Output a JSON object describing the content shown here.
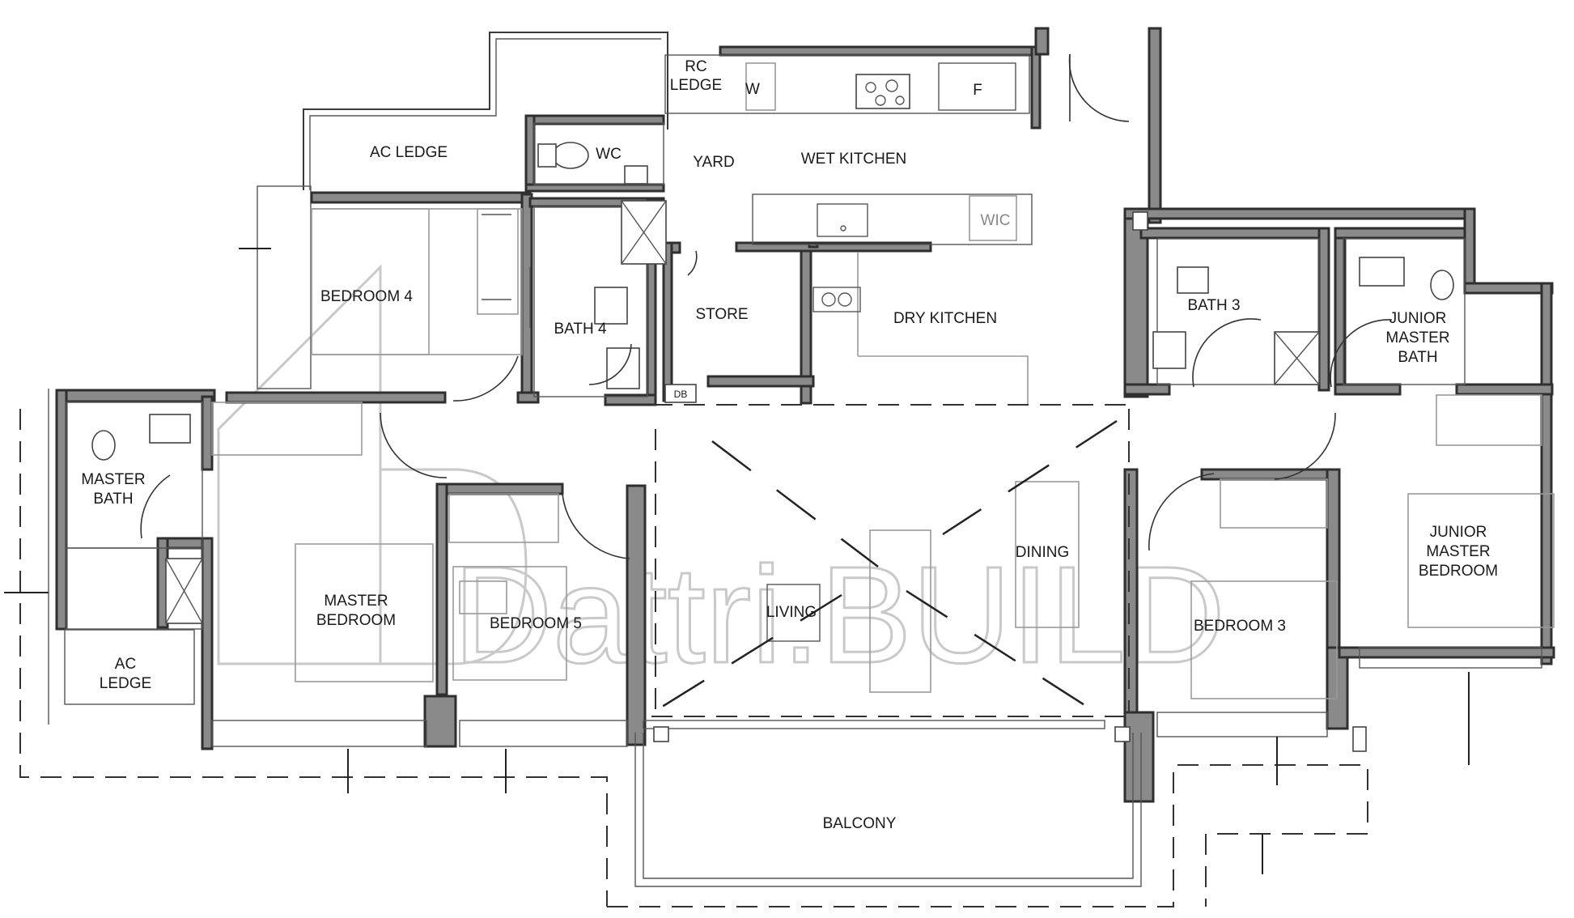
{
  "watermark": "Dattri.BUILD",
  "rooms": {
    "rc_ledge": [
      "RC",
      "LEDGE"
    ],
    "w": "W",
    "f": "F",
    "ac_ledge_top": "AC LEDGE",
    "wc": "WC",
    "yard": "YARD",
    "wet_kitchen": "WET KITCHEN",
    "wic": "WIC",
    "bedroom4": "BEDROOM 4",
    "bath4": "BATH 4",
    "store": "STORE",
    "db": "DB",
    "dry_kitchen": "DRY KITCHEN",
    "bath3": "BATH 3",
    "junior_master_bath": [
      "JUNIOR",
      "MASTER",
      "BATH"
    ],
    "master_bath": [
      "MASTER",
      "BATH"
    ],
    "master_bedroom": [
      "MASTER",
      "BEDROOM"
    ],
    "bedroom5": "BEDROOM 5",
    "living": "LIVING",
    "dining": "DINING",
    "bedroom3": "BEDROOM 3",
    "junior_master_bedroom": [
      "JUNIOR",
      "MASTER",
      "BEDROOM"
    ],
    "ac_ledge_left": [
      "AC",
      "LEDGE"
    ],
    "balcony": "BALCONY"
  }
}
